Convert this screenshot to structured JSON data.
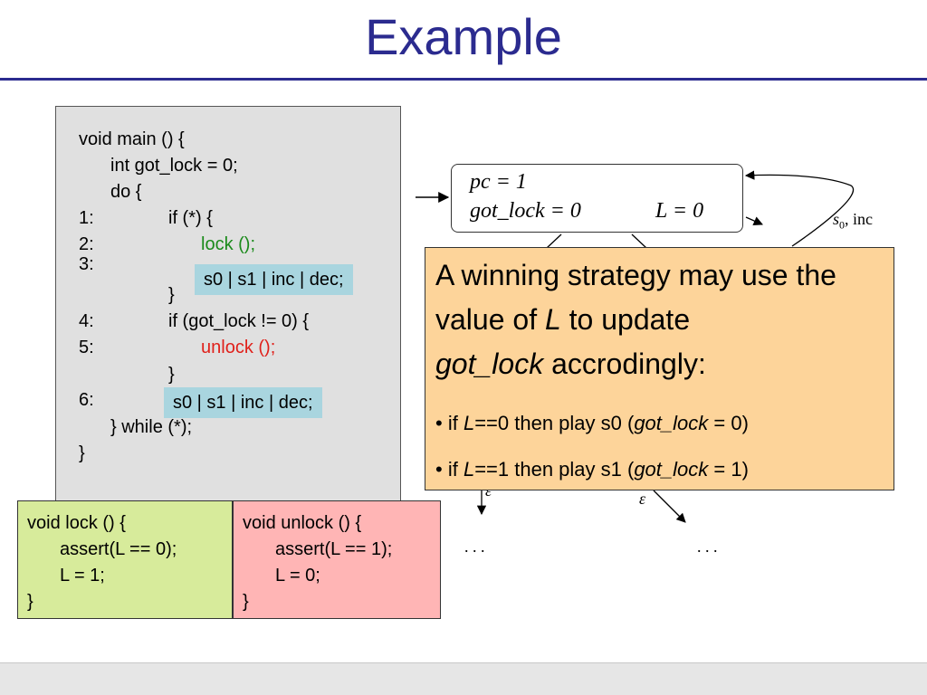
{
  "slide": {
    "title": "Example"
  },
  "program": {
    "main": [
      {
        "num": "",
        "indent": 0,
        "text": "void main () {",
        "color": ""
      },
      {
        "num": "",
        "indent": 1,
        "text": "int got_lock = 0;",
        "color": ""
      },
      {
        "num": "",
        "indent": 1,
        "text": "do {",
        "color": ""
      },
      {
        "num": "1:",
        "indent": 2,
        "text": "if (*) {",
        "color": ""
      },
      {
        "num": "2:",
        "indent": 3,
        "text": "lock ();",
        "color": "green"
      },
      {
        "num": "3:",
        "indent": 3,
        "text": "",
        "color": ""
      },
      {
        "num": "",
        "indent": 2,
        "text": "}",
        "color": ""
      },
      {
        "num": "4:",
        "indent": 2,
        "text": "if (got_lock != 0) {",
        "color": ""
      },
      {
        "num": "5:",
        "indent": 3,
        "text": "unlock ();",
        "color": "red"
      },
      {
        "num": "",
        "indent": 2,
        "text": "}",
        "color": ""
      },
      {
        "num": "6:",
        "indent": 2,
        "text": "",
        "color": ""
      },
      {
        "num": "",
        "indent": 1,
        "text": "} while (*);",
        "color": ""
      },
      {
        "num": "",
        "indent": 0,
        "text": "}",
        "color": ""
      }
    ],
    "choices": [
      {
        "text": "s0 | s1 | inc | dec;"
      },
      {
        "text": "s0 | s1 | inc | dec;"
      }
    ],
    "lock": [
      "void lock () {",
      "assert(L == 0);",
      "L = 1;",
      "}"
    ],
    "unlock": [
      "void unlock () {",
      "assert(L == 1);",
      "L = 0;",
      "}"
    ]
  },
  "graph": {
    "state": {
      "pc": "pc = 1",
      "got_lock": "got_lock = 0",
      "L": "L = 0"
    },
    "edge_label_top": "s",
    "edge_label_top_sub": "0",
    "edge_label_top_rest": ", inc",
    "epsilon_left": "ε",
    "epsilon_right": "ε",
    "ellipsis_left": ". . .",
    "ellipsis_right": ". . ."
  },
  "note": {
    "head_part1": "A winning strategy may use the value of ",
    "head_L": "L",
    "head_part2": " to update ",
    "head_var": "got_lock",
    "head_part3": "  accrodingly:",
    "bullets": [
      {
        "prefix": "• if ",
        "var": "L",
        "cond": "==0 then play s0 (",
        "var2": "got_lock",
        "suffix": " = 0)"
      },
      {
        "prefix": "• if ",
        "var": "L",
        "cond": "==1 then play s1 (",
        "var2": "got_lock",
        "suffix": " = 1)"
      }
    ]
  },
  "colors": {
    "title": "#2b2b8f",
    "code_bg": "#e0e0e0",
    "choice_bg": "#a9d5df",
    "lock_bg": "#d7eb9b",
    "unlock_bg": "#ffb5b5",
    "note_bg": "#fdd49a",
    "green_code": "#1a8a1a",
    "red_code": "#e0201a"
  }
}
